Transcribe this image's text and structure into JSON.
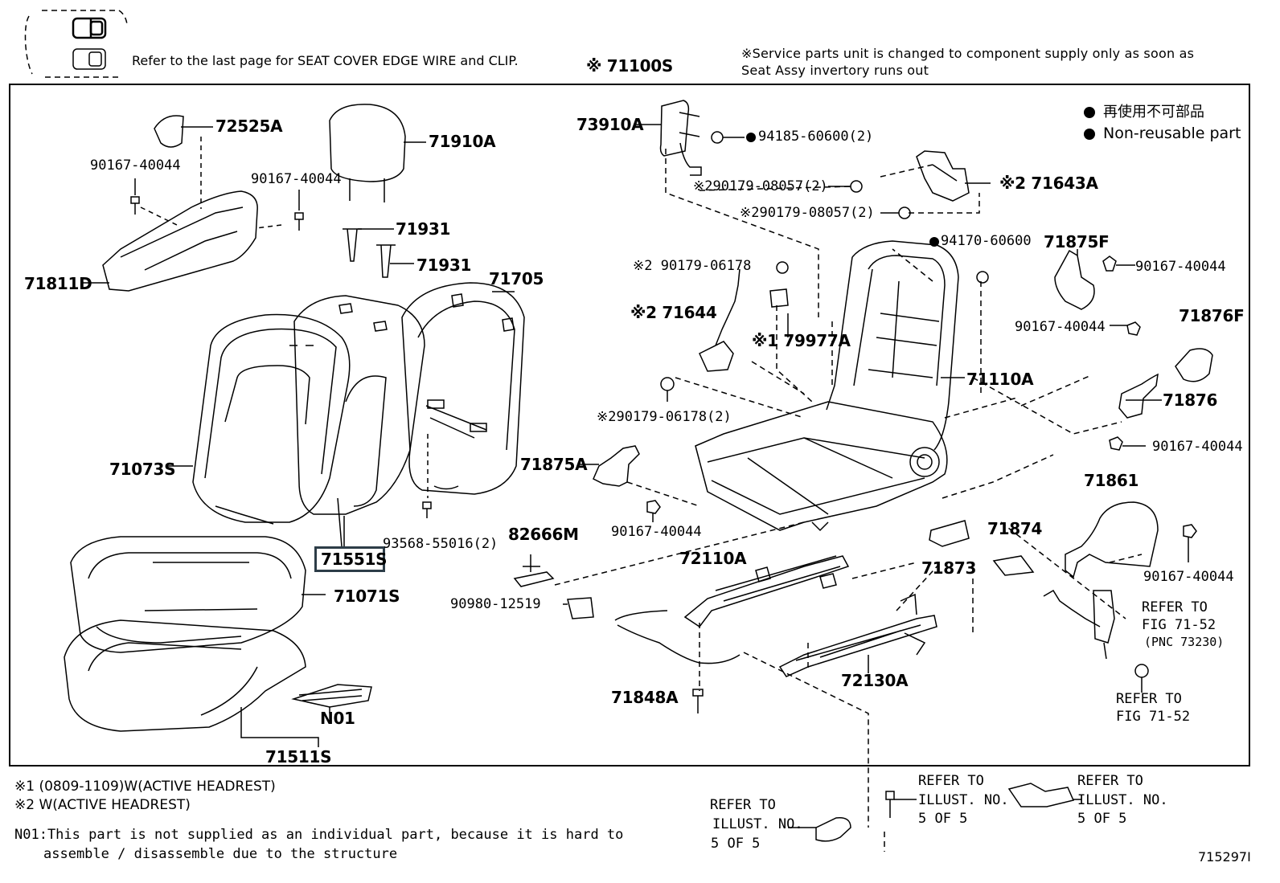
{
  "header": {
    "note_clip": "Refer to the last page for SEAT COVER EDGE WIRE and CLIP.",
    "assy_label": "※ 71100S",
    "service_note_1": "※Service parts unit is changed to component supply only as soon as",
    "service_note_2": "Seat Assy invertory runs out"
  },
  "legend": {
    "jp": "再使用不可部品",
    "en": "Non-reusable part"
  },
  "parts": {
    "p72525A": "72525A",
    "p90167_a": "90167-40044",
    "p90167_b": "90167-40044",
    "p71811D": "71811D",
    "p71910A": "71910A",
    "p71931_a": "71931",
    "p71931_b": "71931",
    "p71705": "71705",
    "p71073S": "71073S",
    "p71551S": "71551S",
    "p93568": "93568-55016(2)",
    "p71071S": "71071S",
    "p71511S": "71511S",
    "pN01": "N01",
    "p73910A": "73910A",
    "p94185": "94185-60600(2)",
    "p290179_08057_a": "※290179-08057(2)",
    "p290179_08057_b": "※290179-08057(2)",
    "p71643A": "※2 71643A",
    "p94170": "94170-60600",
    "p71875F": "71875F",
    "p90167_c": "90167-40044",
    "p90179_06178_a": "※2 90179-06178",
    "p71644": "※2 71644",
    "p79977A": "※1 79977A",
    "p90167_d": "90167-40044",
    "p71876F": "71876F",
    "p71110A": "71110A",
    "p71876": "71876",
    "p290179_06178_b": "※290179-06178(2)",
    "p90167_e": "90167-40044",
    "p71875A": "71875A",
    "p90167_f": "90167-40044",
    "p71861": "71861",
    "p82666M": "82666M",
    "p71874": "71874",
    "p72110A": "72110A",
    "p71873": "71873",
    "p90167_g": "90167-40044",
    "p90980": "90980-12519",
    "p72130A": "72130A",
    "p71848A": "71848A"
  },
  "refs": {
    "fig_a_1": "REFER TO",
    "fig_a_2": "FIG 71-52",
    "fig_a_3": "(PNC 73230)",
    "fig_b_1": "REFER TO",
    "fig_b_2": "FIG 71-52",
    "ill_a_1": "REFER TO",
    "ill_a_2": "ILLUST. NO.",
    "ill_a_3": "5 OF 5",
    "ill_b_1": "REFER TO",
    "ill_b_2": "ILLUST. NO.",
    "ill_b_3": "5 OF 5",
    "ill_c_1": "REFER TO",
    "ill_c_2": "ILLUST. NO.",
    "ill_c_3": "5 OF 5"
  },
  "footnotes": {
    "n1": "※1 (0809-1109)W(ACTIVE HEADREST)",
    "n2": "※2 W(ACTIVE HEADREST)",
    "n01_1": "N01:This part is not supplied as an individual part, because it is hard to",
    "n01_2": "assemble / disassemble due to the structure"
  },
  "diagram_id": "715297I",
  "colors": {
    "line": "#000000",
    "highlight": "#2d3d48"
  }
}
